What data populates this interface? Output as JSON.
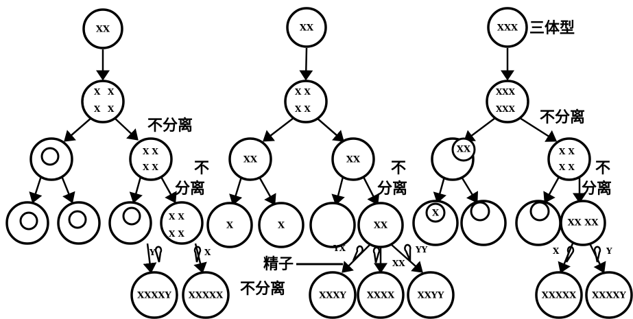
{
  "columns": [
    {
      "top": "XX",
      "level2": [
        "",
        ""
      ],
      "level3": [
        "",
        "",
        "",
        ""
      ],
      "offspring": [
        "XXXXY",
        "XXXXX"
      ],
      "sperm": [
        "Y",
        "X"
      ]
    },
    {
      "top": "XX",
      "level2": [
        "XX",
        "XX"
      ],
      "level3": [
        "X",
        "X",
        "",
        "XX"
      ],
      "offspring": [
        "XXXY",
        "XXXX",
        "XXYY"
      ],
      "sperm": [
        "YX",
        "XX",
        "YY"
      ]
    },
    {
      "top": "XXX",
      "top_note": "三体型",
      "level2": [
        "XX",
        ""
      ],
      "level3": [
        "X",
        "",
        "",
        "XX XX"
      ],
      "offspring": [
        "XXXXX",
        "XXXXY"
      ],
      "sperm": [
        "X",
        "Y"
      ]
    }
  ],
  "labels": {
    "nondisjunction": "不分离",
    "non": "不",
    "disjunction": "分离",
    "sperm": "精子",
    "sperm_nondisjunction": "不分离"
  }
}
